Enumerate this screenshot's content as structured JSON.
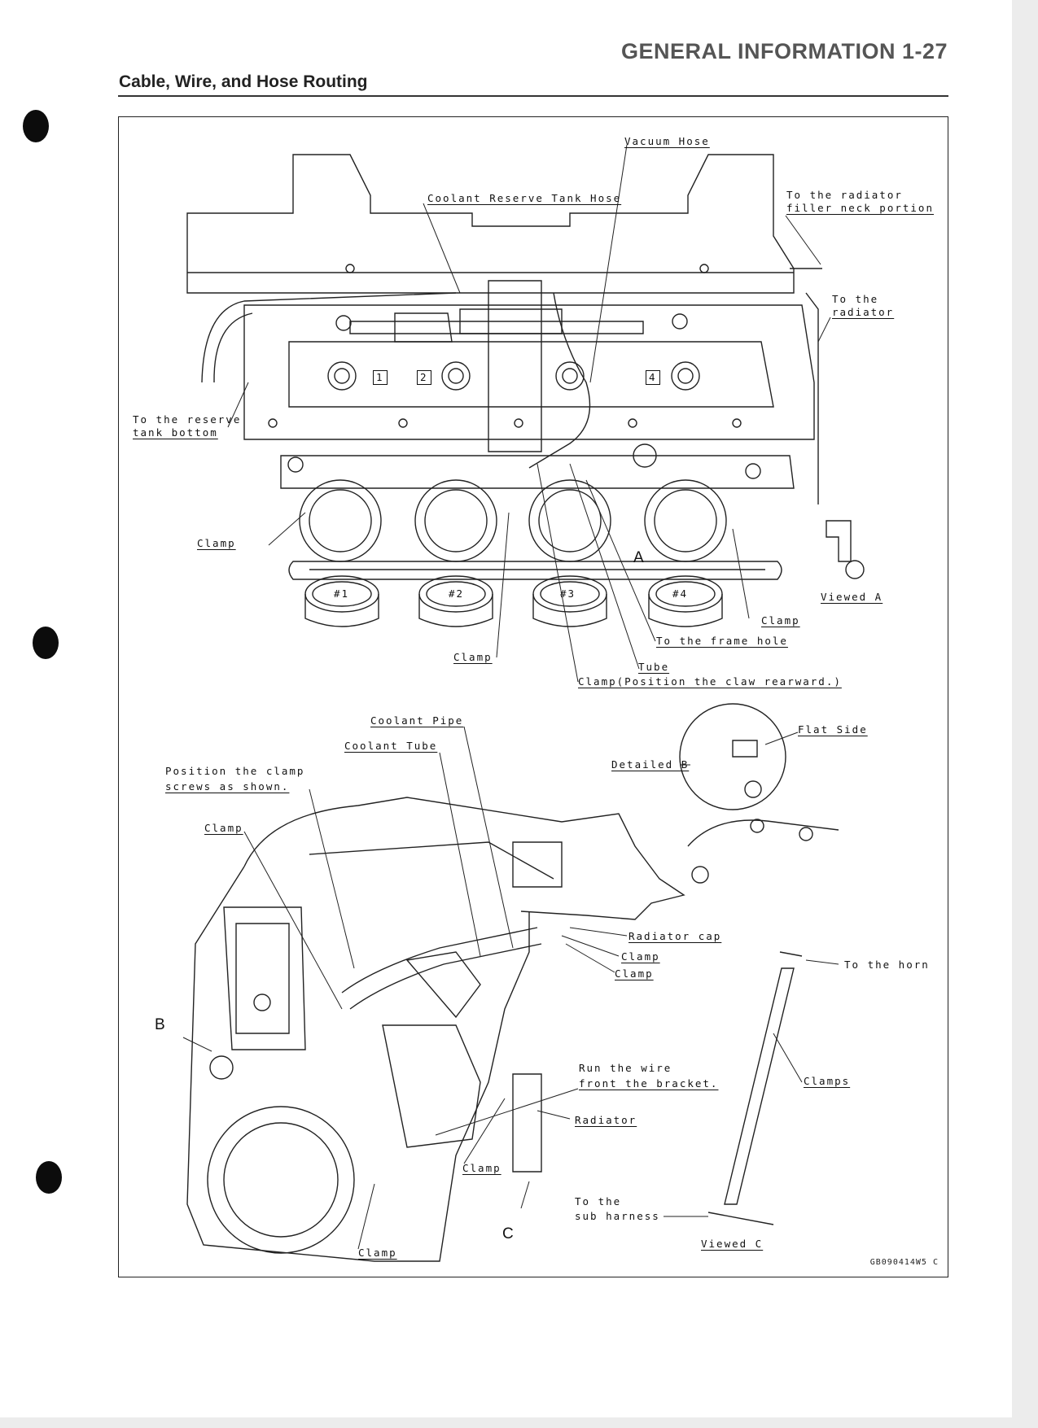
{
  "header": {
    "title": "GENERAL INFORMATION 1-27",
    "section": "Cable, Wire, and Hose Routing"
  },
  "labels": {
    "vacuum_hose": "Vacuum Hose",
    "coolant_reserve_tank_hose": "Coolant Reserve Tank Hose",
    "to_radiator_filler_1": "To the radiator",
    "to_radiator_filler_2": "filler neck portion",
    "to_radiator_1": "To the",
    "to_radiator_2": "radiator",
    "to_reserve_1": "To the reserve",
    "to_reserve_2": "tank bottom",
    "clamp_top_left": "Clamp",
    "viewed_a": "Viewed A",
    "arrow_a": "A",
    "clamp_top_right": "Clamp",
    "to_frame_hole": "To the frame hole",
    "clamp_top_mid": "Clamp",
    "tube": "Tube",
    "clamp_claw": "Clamp(Position the claw rearward.)",
    "cyl_1": "#1",
    "cyl_2": "#2",
    "cyl_3": "#3",
    "cyl_4": "#4",
    "num_1": "1",
    "num_2": "2",
    "num_4": "4",
    "coolant_pipe": "Coolant Pipe",
    "coolant_tube": "Coolant Tube",
    "position_clamp_1": "Position the clamp",
    "position_clamp_2": "screws as shown.",
    "clamp_bottom_left": "Clamp",
    "flat_side": "Flat Side",
    "detailed_b": "Detailed B",
    "radiator_cap": "Radiator cap",
    "clamp_rad_1": "Clamp",
    "clamp_rad_2": "Clamp",
    "to_the_horn": "To the horn",
    "label_b": "B",
    "run_wire_1": "Run the wire",
    "run_wire_2": "front the bracket.",
    "clamps": "Clamps",
    "radiator": "Radiator",
    "clamp_bottom_mid": "Clamp",
    "to_sub_1": "To the",
    "to_sub_2": "sub harness",
    "label_c": "C",
    "viewed_c": "Viewed C",
    "clamp_bottom": "Clamp",
    "figure_code": "GB090414W5 C"
  }
}
